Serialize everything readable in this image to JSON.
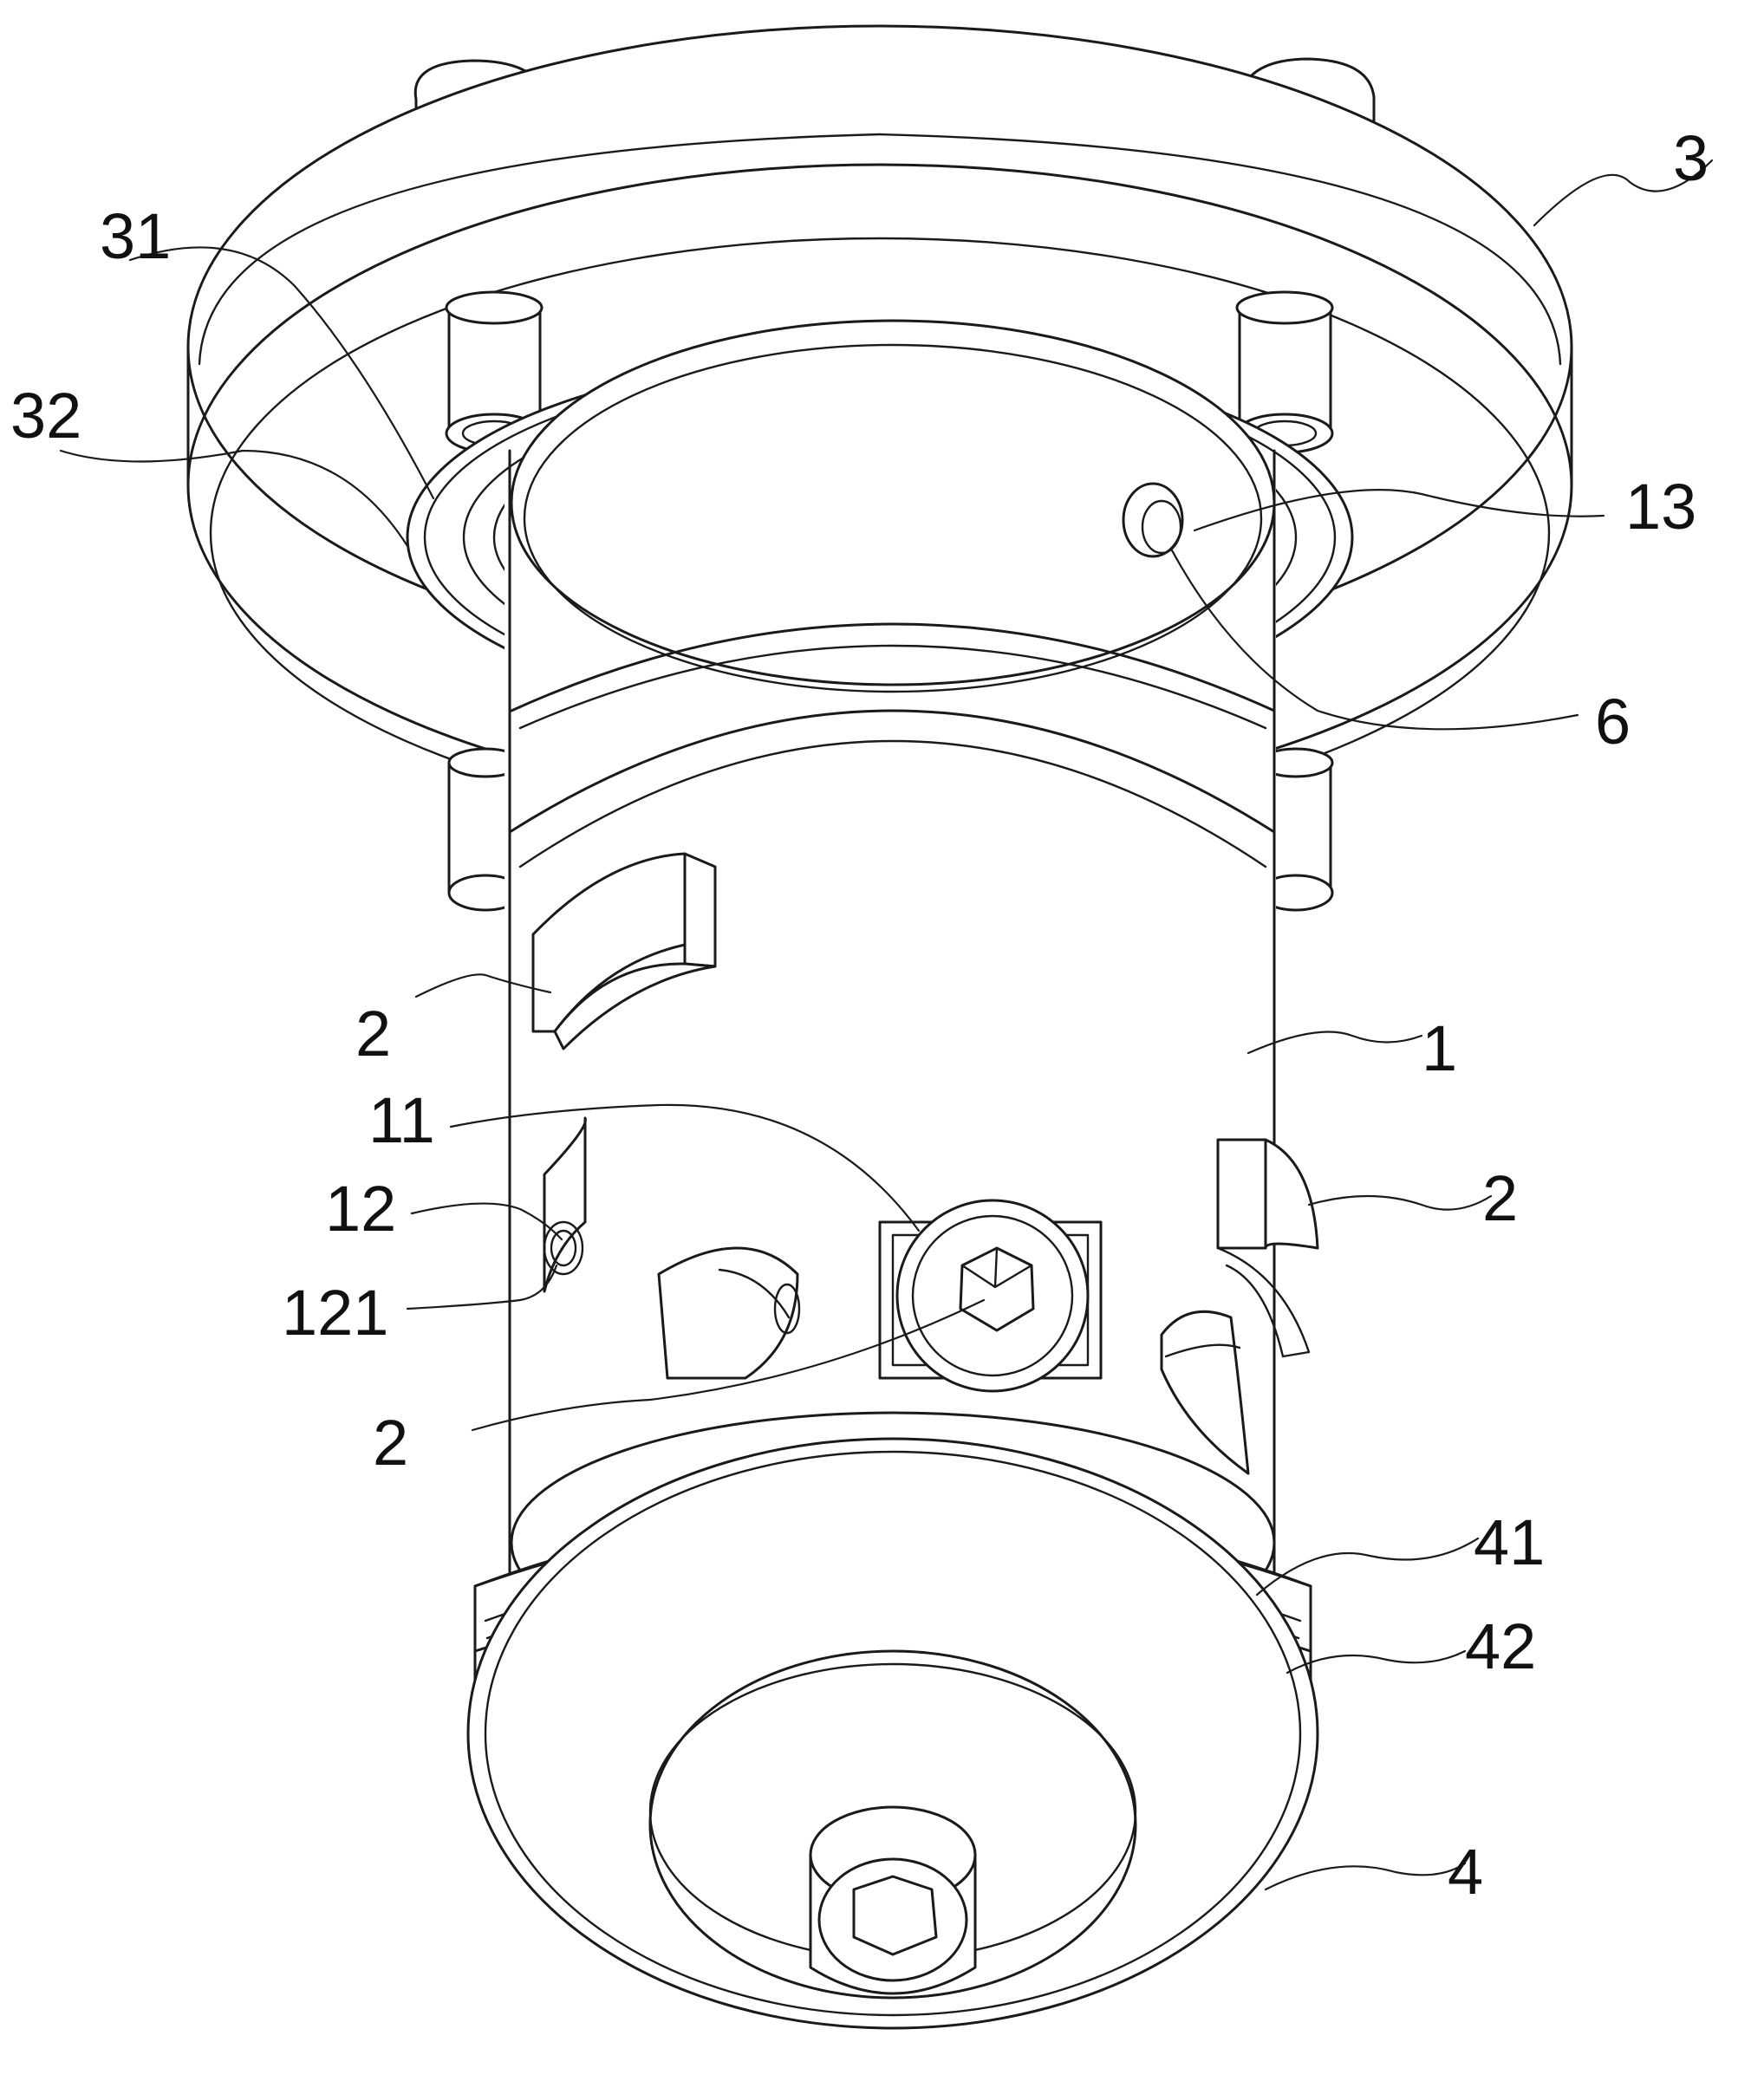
{
  "labels": {
    "l3": "3",
    "l31": "31",
    "l32": "32",
    "l13": "13",
    "l6": "6",
    "l2a": "2",
    "l1": "1",
    "l11": "11",
    "l12": "12",
    "l121": "121",
    "l2b": "2",
    "l2c": "2",
    "l41": "41",
    "l42": "42",
    "l4": "4"
  }
}
